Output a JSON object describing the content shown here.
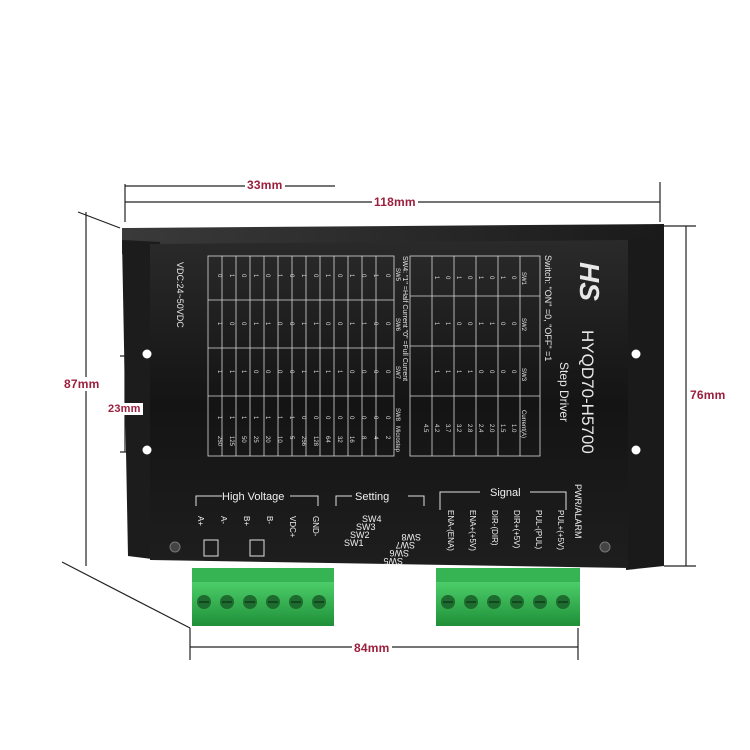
{
  "dimensions": {
    "width_partial": "33mm",
    "width_total": "118mm",
    "height_total": "87mm",
    "height_inner": "76mm",
    "hole_spacing": "23mm",
    "connector_span": "84mm"
  },
  "driver": {
    "model": "HYQD70-H5700",
    "subtitle": "Step Driver",
    "voltage": "VDC:24~50VDC",
    "switch_note": "Switch: \"ON\" =0, \"OFF\" =1",
    "sw4_note": "SW4: \"1\" =Half Current \"0\" =Full Current",
    "logo_text": "HS"
  },
  "current_table": {
    "headers": [
      "SW1",
      "SW2",
      "SW3",
      "Current(A)"
    ],
    "rows": [
      [
        "0",
        "0",
        "0",
        "1.0"
      ],
      [
        "1",
        "0",
        "0",
        "1.5"
      ],
      [
        "0",
        "1",
        "0",
        "2.0"
      ],
      [
        "1",
        "1",
        "0",
        "2.4"
      ],
      [
        "0",
        "0",
        "1",
        "2.8"
      ],
      [
        "1",
        "0",
        "1",
        "3.2"
      ],
      [
        "0",
        "1",
        "1",
        "3.7"
      ],
      [
        "1",
        "1",
        "1",
        "4.2"
      ],
      [
        "",
        "",
        "",
        "4.5"
      ]
    ]
  },
  "microstep_table": {
    "headers": [
      "SW5",
      "SW6",
      "SW7",
      "SW8",
      "Microstep"
    ],
    "rows": [
      [
        "0",
        "0",
        "0",
        "0",
        "2"
      ],
      [
        "1",
        "0",
        "0",
        "0",
        "4"
      ],
      [
        "0",
        "1",
        "0",
        "0",
        "8"
      ],
      [
        "1",
        "1",
        "0",
        "0",
        "16"
      ],
      [
        "0",
        "0",
        "1",
        "0",
        "32"
      ],
      [
        "1",
        "0",
        "1",
        "0",
        "64"
      ],
      [
        "0",
        "1",
        "1",
        "0",
        "128"
      ],
      [
        "1",
        "1",
        "1",
        "0",
        "256"
      ],
      [
        "0",
        "0",
        "0",
        "1",
        "5"
      ],
      [
        "1",
        "0",
        "0",
        "1",
        "10"
      ],
      [
        "0",
        "1",
        "0",
        "1",
        "20"
      ],
      [
        "1",
        "1",
        "0",
        "1",
        "25"
      ],
      [
        "0",
        "0",
        "1",
        "1",
        "50"
      ],
      [
        "1",
        "0",
        "1",
        "1",
        "125"
      ],
      [
        "0",
        "1",
        "1",
        "1",
        "250"
      ]
    ]
  },
  "sections": {
    "high_voltage": "High Voltage",
    "setting": "Setting",
    "signal": "Signal",
    "pwr_alarm": "PWR/ALARM"
  },
  "high_voltage_pins": [
    "A+",
    "A-",
    "B+",
    "B-",
    "VDC+",
    "GND-"
  ],
  "setting_switches": [
    "SW8",
    "SW7",
    "SW6",
    "SW5",
    "SW4",
    "SW3",
    "SW2",
    "SW1"
  ],
  "signal_pins": [
    "PUL+(+5V)",
    "PUL-(PUL)",
    "DIR+(+5V)",
    "DIR-(DIR)",
    "ENA+(+5V)",
    "ENA-(ENA)"
  ],
  "colors": {
    "body": "#141414",
    "print": "#e6e6e6",
    "terminal": "#2ea84a",
    "dimension_text": "#9b1e3c",
    "dimension_line": "#222222"
  }
}
